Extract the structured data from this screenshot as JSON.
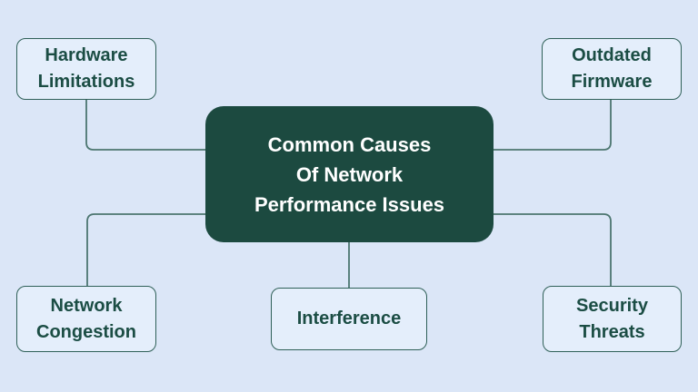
{
  "diagram": {
    "title": "Common Causes\nOf Network\nPerformance Issues",
    "nodes": [
      {
        "id": "hardware-limitations",
        "label": "Hardware\nLimitations",
        "position": "top-left"
      },
      {
        "id": "outdated-firmware",
        "label": "Outdated\nFirmware",
        "position": "top-right"
      },
      {
        "id": "network-congestion",
        "label": "Network\nCongestion",
        "position": "bottom-left"
      },
      {
        "id": "interference",
        "label": "Interference",
        "position": "bottom-center"
      },
      {
        "id": "security-threats",
        "label": "Security\nThreats",
        "position": "bottom-right"
      }
    ],
    "edges": [
      {
        "from": "center",
        "to": "hardware-limitations"
      },
      {
        "from": "center",
        "to": "outdated-firmware"
      },
      {
        "from": "center",
        "to": "network-congestion"
      },
      {
        "from": "center",
        "to": "interference"
      },
      {
        "from": "center",
        "to": "security-threats"
      }
    ],
    "colors": {
      "background": "#dbe6f7",
      "node_fill": "#e4eefb",
      "node_border": "#2f6058",
      "node_text": "#1b4d44",
      "center_fill": "#1c4a40",
      "center_text": "#ffffff",
      "connector": "#4c7670"
    }
  }
}
